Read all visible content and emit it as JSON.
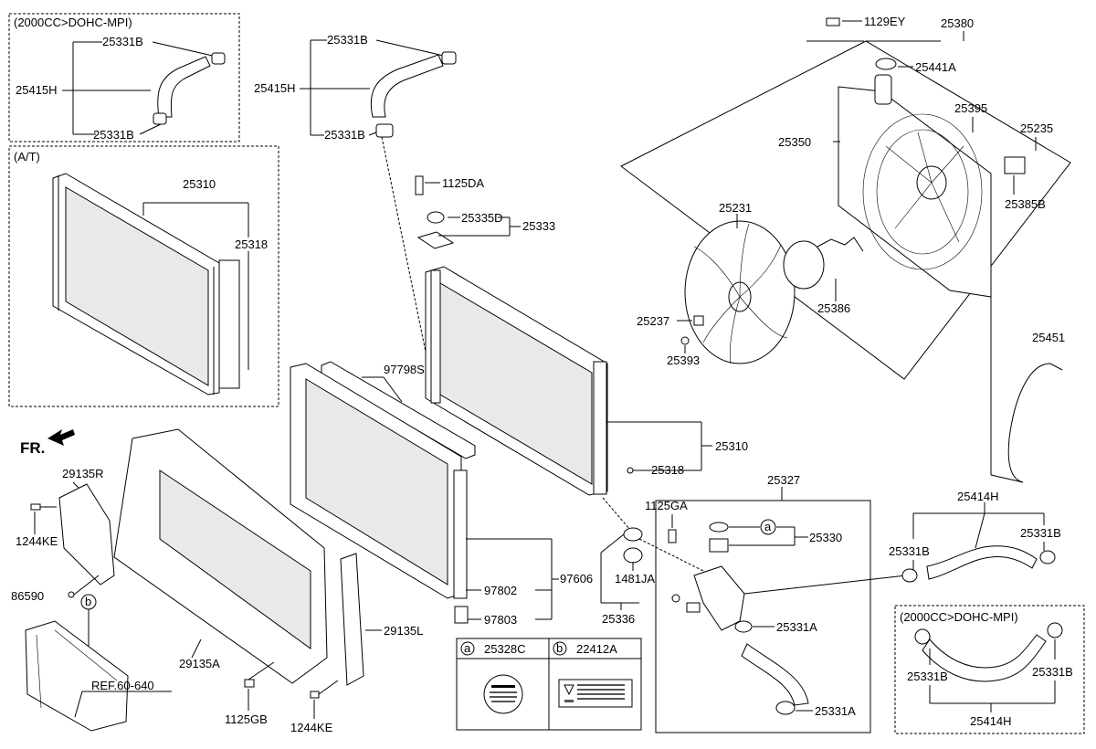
{
  "groups": {
    "dohc_top": "(2000CC>DOHC-MPI)",
    "at": "(A/T)",
    "dohc_bottom": "(2000CC>DOHC-MPI)"
  },
  "fr_label": "FR.",
  "callout_a": "a",
  "callout_b": "b",
  "labels": {
    "l25331B_1": "25331B",
    "l25415H_1": "25415H",
    "l25331B_2": "25331B",
    "l25310_at": "25310",
    "l25318_at": "25318",
    "l25331B_3": "25331B",
    "l25415H_2": "25415H",
    "l25331B_4": "25331B",
    "l1125DA": "1125DA",
    "l25335D": "25335D",
    "l25333": "25333",
    "l1129EY": "1129EY",
    "l25380": "25380",
    "l25441A": "25441A",
    "l25395": "25395",
    "l25235": "25235",
    "l25350": "25350",
    "l25385B": "25385B",
    "l25231": "25231",
    "l25386": "25386",
    "l25237": "25237",
    "l25393": "25393",
    "l25451": "25451",
    "l97798S": "97798S",
    "l25310": "25310",
    "l25318": "25318",
    "l29135R": "29135R",
    "l1244KE_1": "1244KE",
    "l86590": "86590",
    "l29135A": "29135A",
    "l29135L": "29135L",
    "l1125GB": "1125GB",
    "l1244KE_2": "1244KE",
    "lREF": "REF.60-640",
    "l97802": "97802",
    "l97606": "97606",
    "l97803": "97803",
    "l1125GA": "1125GA",
    "l1481JA": "1481JA",
    "l25336": "25336",
    "l25327": "25327",
    "l25330": "25330",
    "l25331A_1": "25331A",
    "l25331A_2": "25331A",
    "l25414H_1": "25414H",
    "l25331B_5": "25331B",
    "l25331B_6": "25331B",
    "l25331B_7": "25331B",
    "l25331B_8": "25331B",
    "l25414H_2": "25414H"
  },
  "legend": {
    "a_code": "25328C",
    "b_code": "22412A"
  }
}
